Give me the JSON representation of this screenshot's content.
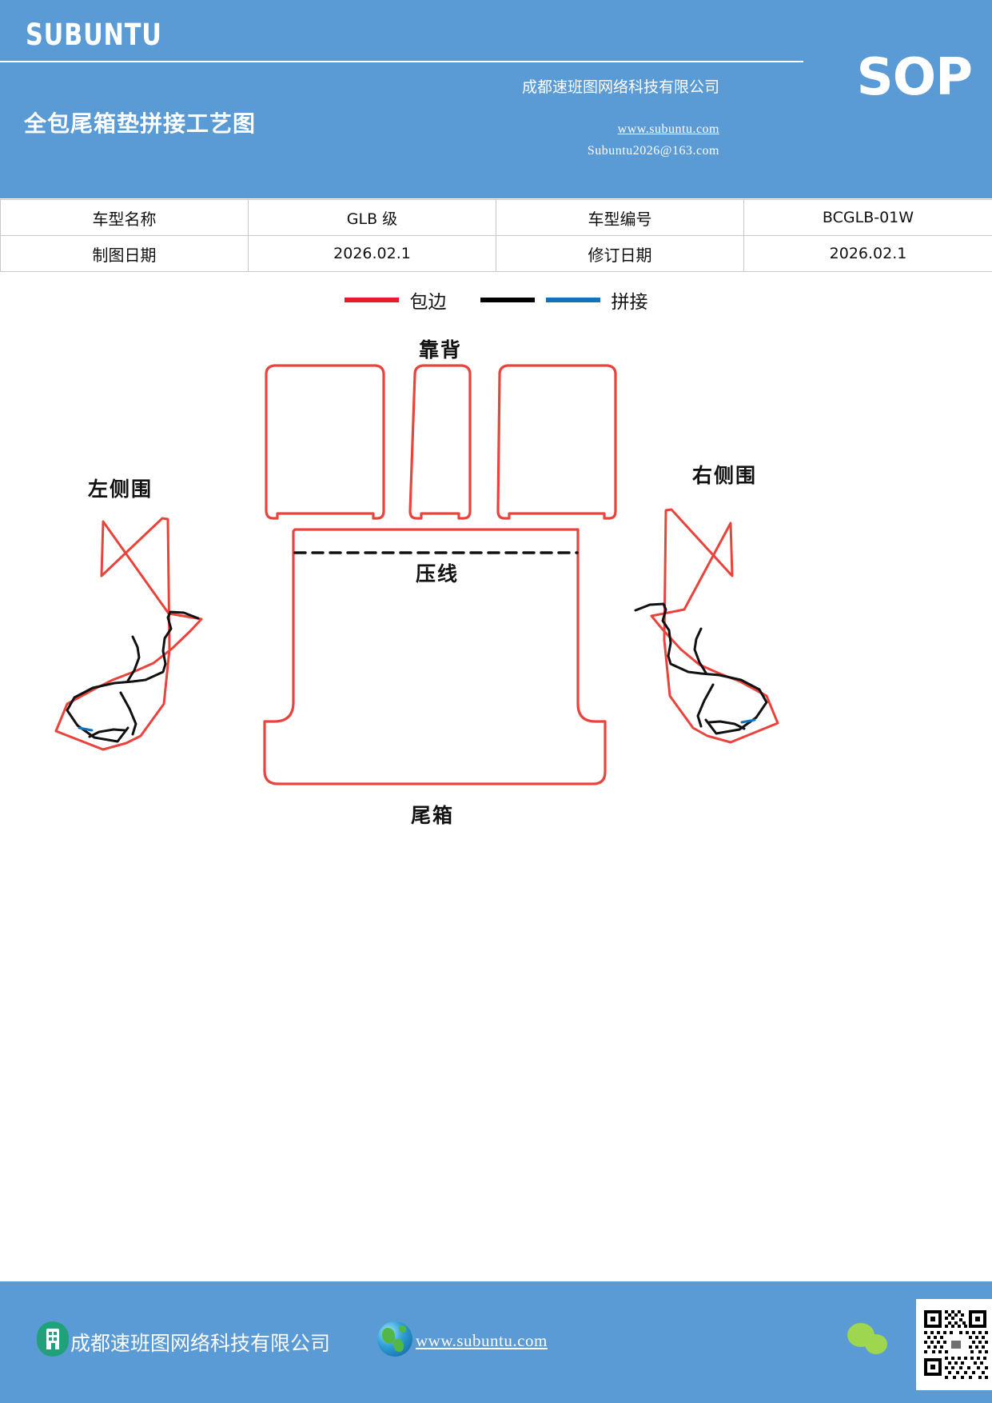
{
  "header": {
    "brand": "SUBUNTU",
    "doc_title": "全包尾箱垫拼接工艺图",
    "company": "成都速班图网络科技有限公司",
    "website": "www.subuntu.com",
    "email": "Subuntu2026@163.com",
    "sop_label": "SOP",
    "band_color": "#5b9bd5"
  },
  "info_table": {
    "rows": [
      {
        "label_1": "车型名称",
        "value_1": "GLB 级",
        "label_2": "车型编号",
        "value_2": "BCGLB-01W"
      },
      {
        "label_1": "制图日期",
        "value_1": "2026.02.1",
        "label_2": "修订日期",
        "value_2": "2026.02.1"
      }
    ]
  },
  "legend": {
    "items": [
      {
        "label": "包边",
        "color": "#e8192c"
      },
      {
        "label": "拼接",
        "color": "#000000",
        "color_2": "#1173bd"
      }
    ]
  },
  "drawing": {
    "labels": {
      "backrest": "靠背",
      "left_side": "左侧围",
      "right_side": "右侧围",
      "press_line": "压线",
      "trunk": "尾箱"
    },
    "colors": {
      "edge_binding": "#e8443c",
      "splice_black": "#111111",
      "splice_blue": "#1173bd"
    }
  },
  "footer": {
    "company": "成都速班图网络科技有限公司",
    "website": "www.subuntu.com",
    "band_color": "#5b9bd5",
    "icons": {
      "building": "building-icon",
      "globe": "globe-icon",
      "wechat": "wechat-icon",
      "qr": "qr-code-icon"
    }
  }
}
